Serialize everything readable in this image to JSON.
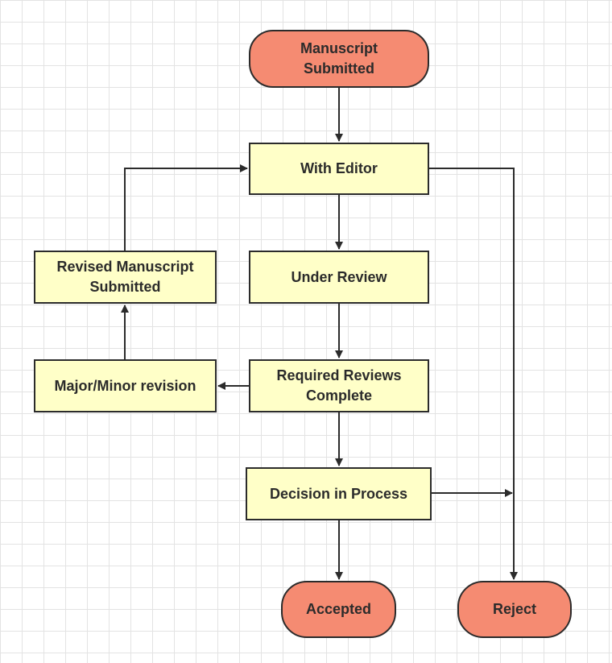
{
  "nodes": {
    "manuscript_submitted": "Manuscript\nSubmitted",
    "with_editor": "With Editor",
    "under_review": "Under Review",
    "required_reviews_complete": "Required Reviews\nComplete",
    "decision_in_process": "Decision in Process",
    "revised_manuscript_submitted": "Revised Manuscript\nSubmitted",
    "major_minor_revision": "Major/Minor revision",
    "accepted": "Accepted",
    "reject": "Reject"
  },
  "colors": {
    "terminal_fill": "#f58b72",
    "process_fill": "#ffffc8",
    "stroke": "#2b2b2b",
    "grid": "#e3e3e3"
  }
}
